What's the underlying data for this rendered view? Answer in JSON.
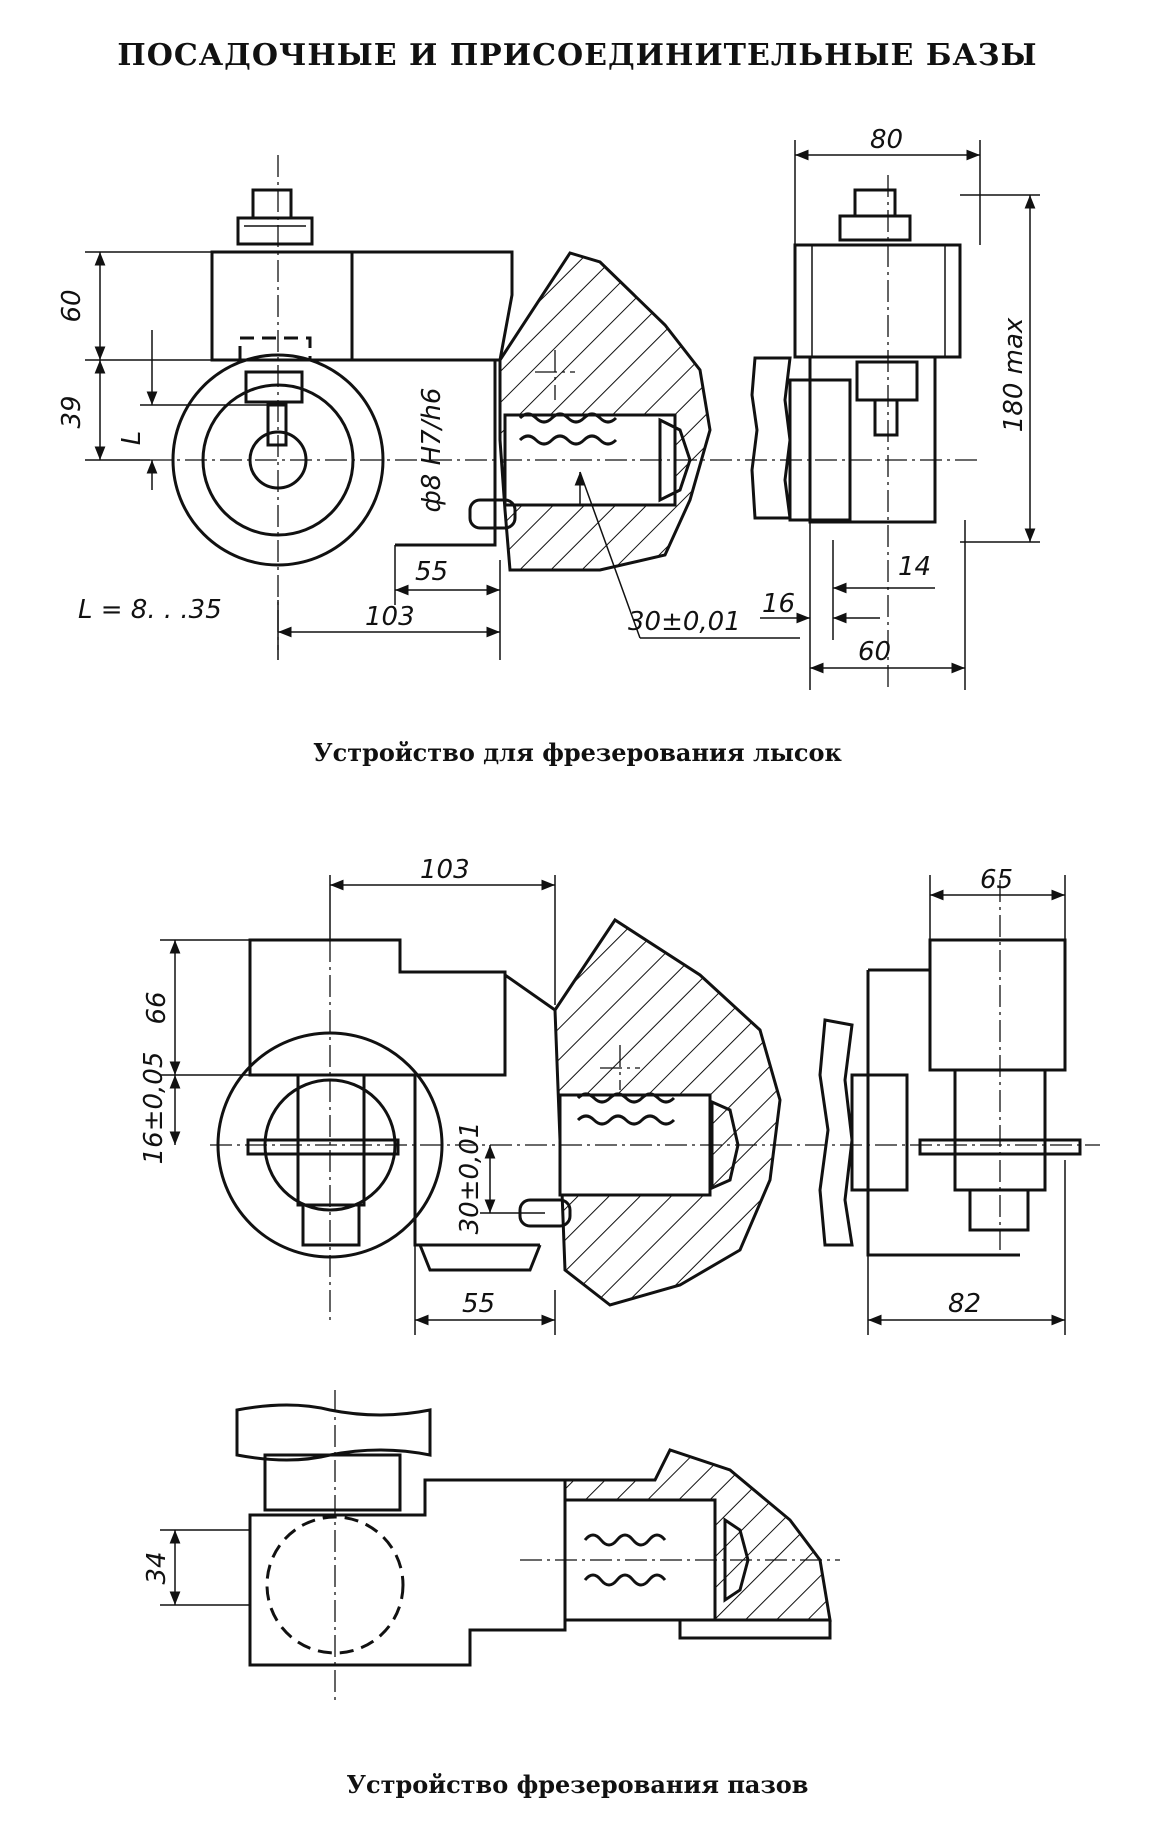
{
  "title": "ПОСАДОЧНЫЕ И ПРИСОЕДИНИТЕЛЬНЫЕ БАЗЫ",
  "drawing1": {
    "caption": "Устройство для фрезерования лысок",
    "dims": {
      "d80": "80",
      "d180": "180 max",
      "d60v": "60",
      "d39": "39",
      "dL": "L",
      "dfit": "ф8 H7/h6",
      "d55": "55",
      "d103": "103",
      "dLrange": "L = 8. . .35",
      "d30": "30±0,01",
      "d16": "16",
      "d14": "14",
      "d60h": "60"
    }
  },
  "drawing2": {
    "caption": "Устройство фрезерования пазов",
    "dims": {
      "d103": "103",
      "d66": "66",
      "d16": "16±0,05",
      "d30": "30±0,01",
      "d55": "55",
      "d65": "65",
      "d82": "82",
      "d34": "34"
    }
  }
}
